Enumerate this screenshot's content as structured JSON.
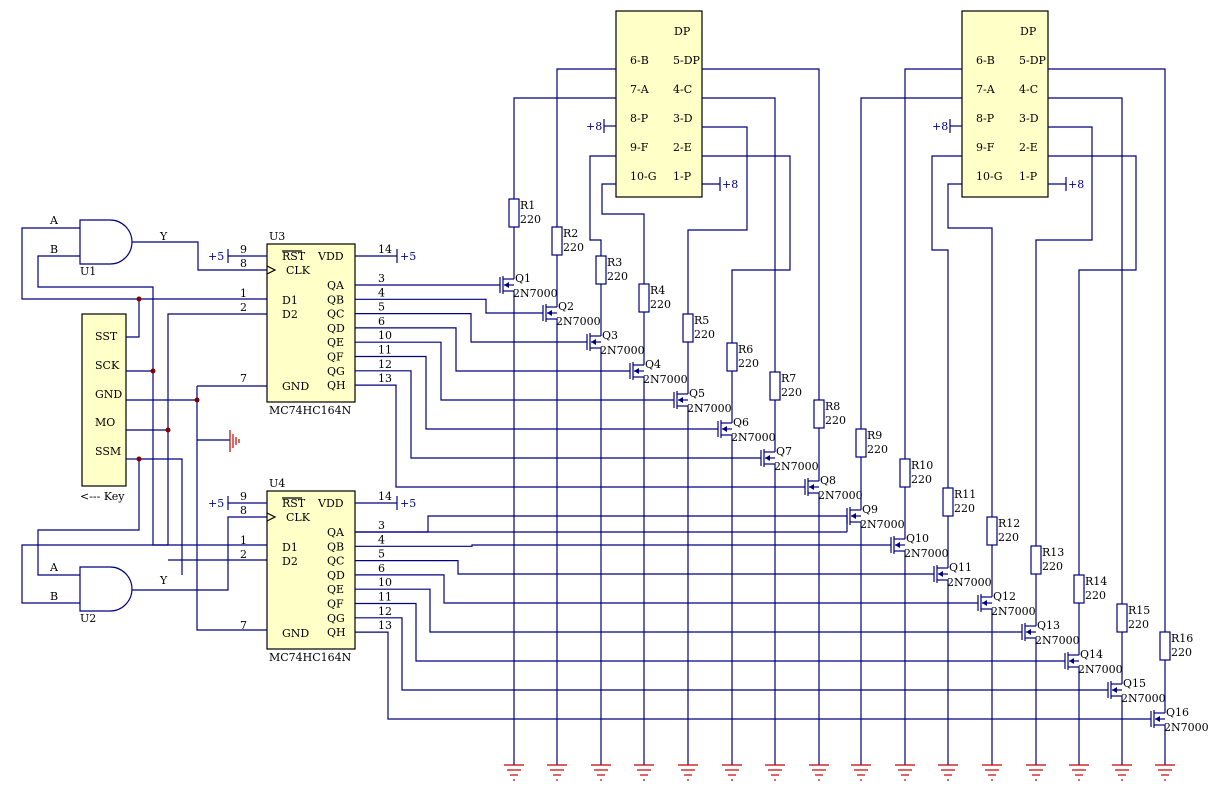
{
  "colors": {
    "wire": "#000080",
    "chip_fill": "#ffffc8",
    "ground": "#c00000",
    "text": "#000000"
  },
  "key": {
    "pins": [
      "SST",
      "SCK",
      "GND",
      "MO",
      "SSM"
    ],
    "label": "<--- Key"
  },
  "gates": [
    {
      "name": "U1",
      "in_a": "A",
      "in_b": "B",
      "out": "Y"
    },
    {
      "name": "U2",
      "in_a": "A",
      "in_b": "B",
      "out": "Y"
    }
  ],
  "shift_registers": [
    {
      "name": "U3",
      "part": "MC74HC164N",
      "rst": "RST",
      "clk": "CLK",
      "vdd": "VDD",
      "gnd": "GND",
      "d1": "D1",
      "d2": "D2",
      "outputs": [
        "QA",
        "QB",
        "QC",
        "QD",
        "QE",
        "QF",
        "QG",
        "QH"
      ],
      "pin_rst": "9",
      "pin_clk": "8",
      "pin_d1": "1",
      "pin_d2": "2",
      "pin_gnd": "7",
      "pin_vdd": "14",
      "out_pins": [
        "3",
        "4",
        "5",
        "6",
        "10",
        "11",
        "12",
        "13"
      ],
      "supply": "+5"
    },
    {
      "name": "U4",
      "part": "MC74HC164N",
      "rst": "RST",
      "clk": "CLK",
      "vdd": "VDD",
      "gnd": "GND",
      "d1": "D1",
      "d2": "D2",
      "outputs": [
        "QA",
        "QB",
        "QC",
        "QD",
        "QE",
        "QF",
        "QG",
        "QH"
      ],
      "pin_rst": "9",
      "pin_clk": "8",
      "pin_d1": "1",
      "pin_d2": "2",
      "pin_gnd": "7",
      "pin_vdd": "14",
      "out_pins": [
        "3",
        "4",
        "5",
        "6",
        "10",
        "11",
        "12",
        "13"
      ],
      "supply": "+5"
    }
  ],
  "displays": [
    {
      "title": "DP",
      "left_pins": [
        "6-B",
        "7-A",
        "8-P",
        "9-F",
        "10-G"
      ],
      "right_pins": [
        "5-DP",
        "4-C",
        "3-D",
        "2-E",
        "1-P"
      ],
      "supply": "+8"
    },
    {
      "title": "DP",
      "left_pins": [
        "6-B",
        "7-A",
        "8-P",
        "9-F",
        "10-G"
      ],
      "right_pins": [
        "5-DP",
        "4-C",
        "3-D",
        "2-E",
        "1-P"
      ],
      "supply": "+8"
    }
  ],
  "resistors": [
    {
      "name": "R1",
      "value": "220"
    },
    {
      "name": "R2",
      "value": "220"
    },
    {
      "name": "R3",
      "value": "220"
    },
    {
      "name": "R4",
      "value": "220"
    },
    {
      "name": "R5",
      "value": "220"
    },
    {
      "name": "R6",
      "value": "220"
    },
    {
      "name": "R7",
      "value": "220"
    },
    {
      "name": "R8",
      "value": "220"
    },
    {
      "name": "R9",
      "value": "220"
    },
    {
      "name": "R10",
      "value": "220"
    },
    {
      "name": "R11",
      "value": "220"
    },
    {
      "name": "R12",
      "value": "220"
    },
    {
      "name": "R13",
      "value": "220"
    },
    {
      "name": "R14",
      "value": "220"
    },
    {
      "name": "R15",
      "value": "220"
    },
    {
      "name": "R16",
      "value": "220"
    }
  ],
  "transistors": [
    {
      "name": "Q1",
      "part": "2N7000"
    },
    {
      "name": "Q2",
      "part": "2N7000"
    },
    {
      "name": "Q3",
      "part": "2N7000"
    },
    {
      "name": "Q4",
      "part": "2N7000"
    },
    {
      "name": "Q5",
      "part": "2N7000"
    },
    {
      "name": "Q6",
      "part": "2N7000"
    },
    {
      "name": "Q7",
      "part": "2N7000"
    },
    {
      "name": "Q8",
      "part": "2N7000"
    },
    {
      "name": "Q9",
      "part": "2N7000"
    },
    {
      "name": "Q10",
      "part": "2N7000"
    },
    {
      "name": "Q11",
      "part": "2N7000"
    },
    {
      "name": "Q12",
      "part": "2N7000"
    },
    {
      "name": "Q13",
      "part": "2N7000"
    },
    {
      "name": "Q14",
      "part": "2N7000"
    },
    {
      "name": "Q15",
      "part": "2N7000"
    },
    {
      "name": "Q16",
      "part": "2N7000"
    }
  ]
}
